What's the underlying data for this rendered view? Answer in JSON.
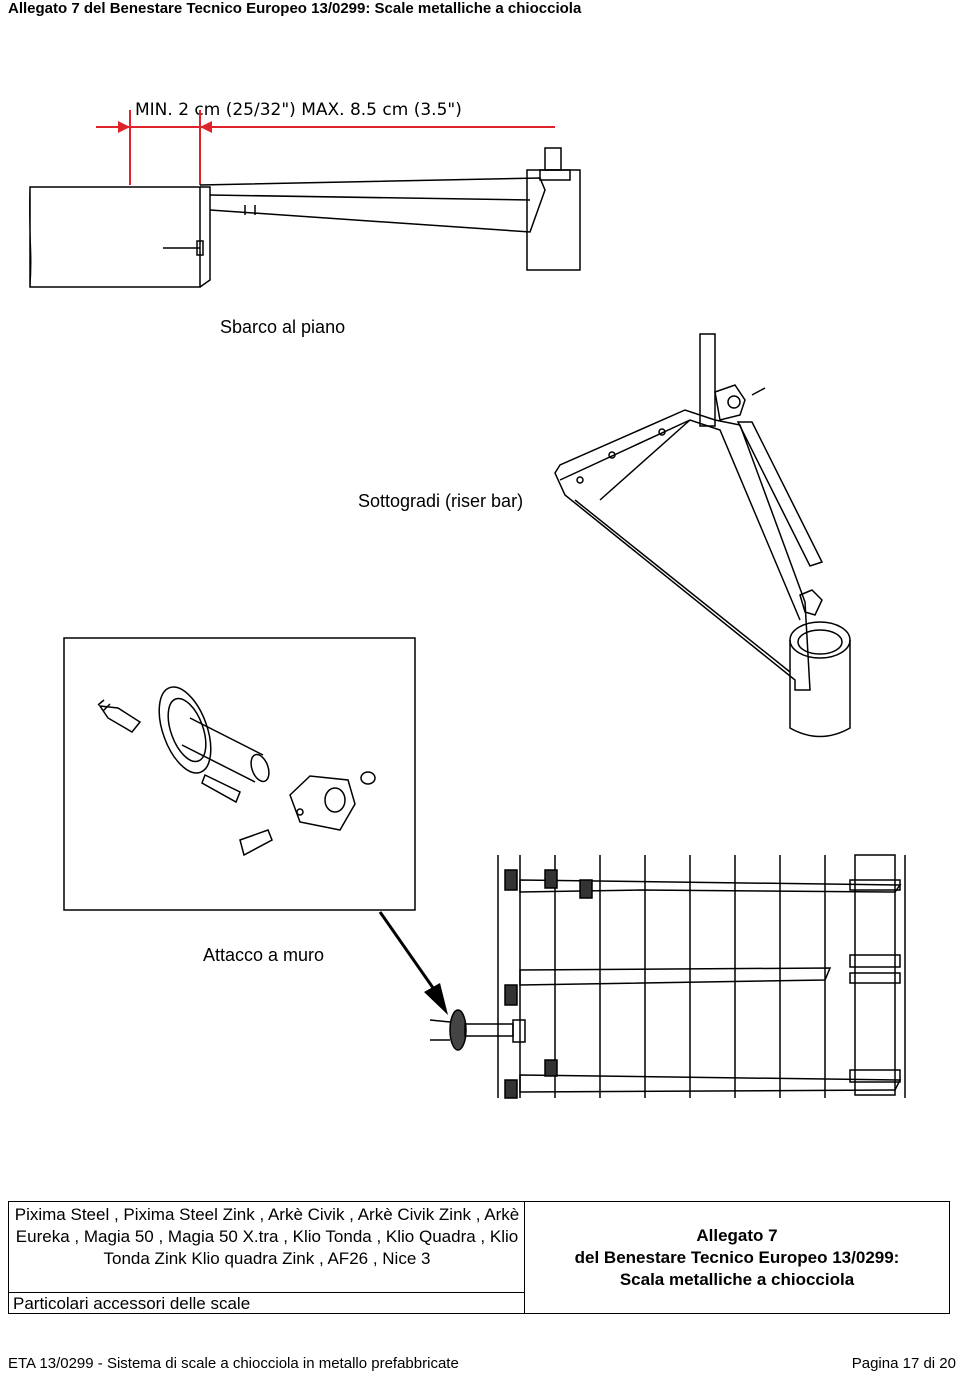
{
  "header": {
    "title": "Allegato 7 del Benestare Tecnico Europeo 13/0299:  Scale metalliche a chiocciola"
  },
  "figures": {
    "dimension_label": "MIN. 2 cm (25/32\") MAX. 8.5 cm (3.5\")",
    "caption_landing": "Sbarco al piano",
    "caption_riser": "Sottogradi (riser bar)",
    "caption_wall": "Attacco a muro"
  },
  "table": {
    "models": "Pixima Steel , Pixima Steel Zink , Arkè Civik , Arkè Civik Zink , Arkè Eureka , Magia 50 , Magia 50 X.tra , Klio Tonda , Klio Quadra , Klio Tonda Zink  Klio quadra Zink , AF26 , Nice 3",
    "particolari": "Particolari accessori delle scale",
    "annex_title": "Allegato 7",
    "annex_line2": "del Benestare Tecnico Europeo 13/0299:",
    "annex_line3": "Scala metalliche a chiocciola"
  },
  "footer": {
    "left": "ETA 13/0299 - Sistema di scale a chiocciola in metallo prefabbricate",
    "right": "Pagina  17 di  20"
  },
  "colors": {
    "accent_red": "#e0232a",
    "line": "#000000"
  }
}
